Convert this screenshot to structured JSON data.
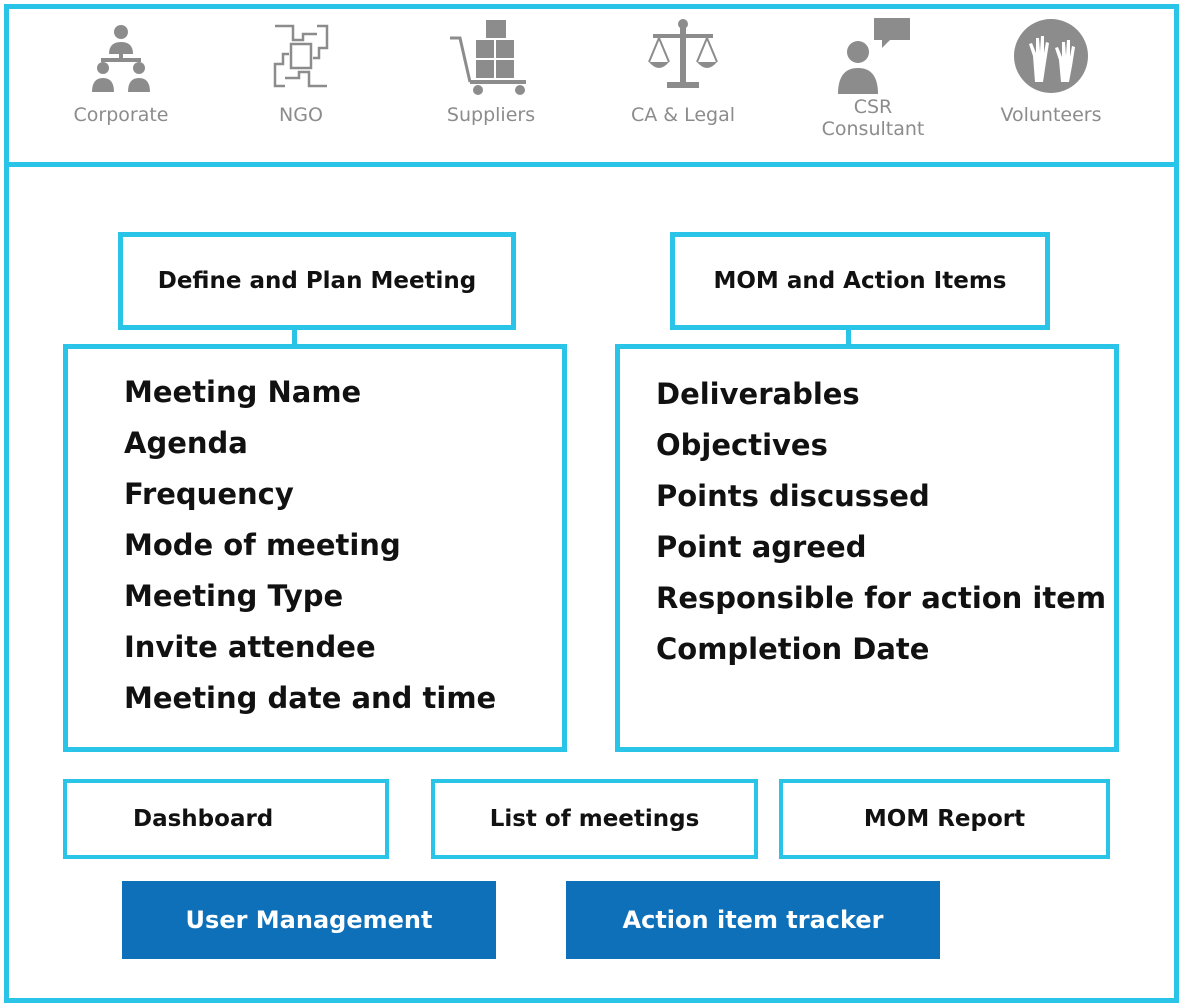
{
  "colors": {
    "accent": "#29c4e8",
    "icon_gray": "#8c8c8c",
    "primary_button": "#0d70b8",
    "text": "#111111"
  },
  "categories": [
    {
      "label": "Corporate",
      "icon": "corporate-hierarchy-icon"
    },
    {
      "label": "NGO",
      "icon": "ngo-hands-icon"
    },
    {
      "label": "Suppliers",
      "icon": "supplier-cart-icon"
    },
    {
      "label": "CA & Legal",
      "icon": "scales-of-justice-icon"
    },
    {
      "label": "CSR Consultant",
      "icon": "consultant-speech-icon"
    },
    {
      "label": "Volunteers",
      "icon": "raised-hands-icon"
    }
  ],
  "plan": {
    "title": "Define and Plan Meeting",
    "items": [
      "Meeting Name",
      "Agenda",
      "Frequency",
      "Mode of meeting",
      "Meeting Type",
      "Invite attendee",
      "Meeting date and time"
    ]
  },
  "mom": {
    "title": "MOM and Action Items",
    "items": [
      "Deliverables",
      "Objectives",
      "Points discussed",
      "Point agreed",
      "Responsible for action item",
      "Completion Date"
    ]
  },
  "nav": {
    "dashboard": "Dashboard",
    "list_of_meetings": "List of meetings",
    "mom_report": "MOM Report"
  },
  "actions": {
    "user_management": "User Management",
    "action_item_tracker": "Action item tracker"
  }
}
